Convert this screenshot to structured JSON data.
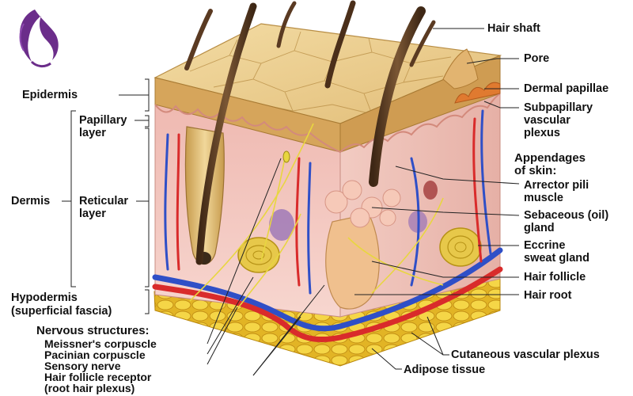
{
  "labels": {
    "epidermis": "Epidermis",
    "papillary_layer": "Papillary\nlayer",
    "dermis": "Dermis",
    "reticular_layer": "Reticular\nlayer",
    "hypodermis": "Hypodermis",
    "superficial_fascia": "(superficial fascia)",
    "nervous_structures": "Nervous structures:",
    "meissners_corpuscle": "Meissner's corpuscle",
    "pacinian_corpuscle": "Pacinian corpuscle",
    "sensory_nerve": "Sensory nerve",
    "hair_follicle_receptor": "Hair follicle receptor",
    "root_hair_plexus": "(root hair plexus)",
    "hair_shaft": "Hair shaft",
    "pore": "Pore",
    "dermal_papillae": "Dermal papillae",
    "subpapillary_vascular_plexus": "Subpapillary\nvascular\nplexus",
    "appendages_of_skin": "Appendages\nof skin:",
    "arrector_pili_muscle": "Arrector pili\nmuscle",
    "sebaceous_gland": "Sebaceous (oil)\ngland",
    "eccrine_sweat_gland": "Eccrine\nsweat gland",
    "hair_follicle": "Hair follicle",
    "hair_root": "Hair root",
    "cutaneous_vascular_plexus": "Cutaneous vascular plexus",
    "adipose_tissue": "Adipose tissue"
  },
  "colors": {
    "epidermis_top": "#e9c98a",
    "epidermis_side": "#d9a95d",
    "dermis": "#f4cfc8",
    "dermis_dark": "#e7a9a3",
    "fat": "#f2cf3c",
    "fat_edge": "#c79a18",
    "artery": "#d92b2b",
    "vein": "#2f4fc7",
    "hair": "#5a3a22",
    "nerve": "#e8d640",
    "logo": "#6b2d8a"
  },
  "icons": {
    "logo": "profile-silhouette-logo"
  }
}
